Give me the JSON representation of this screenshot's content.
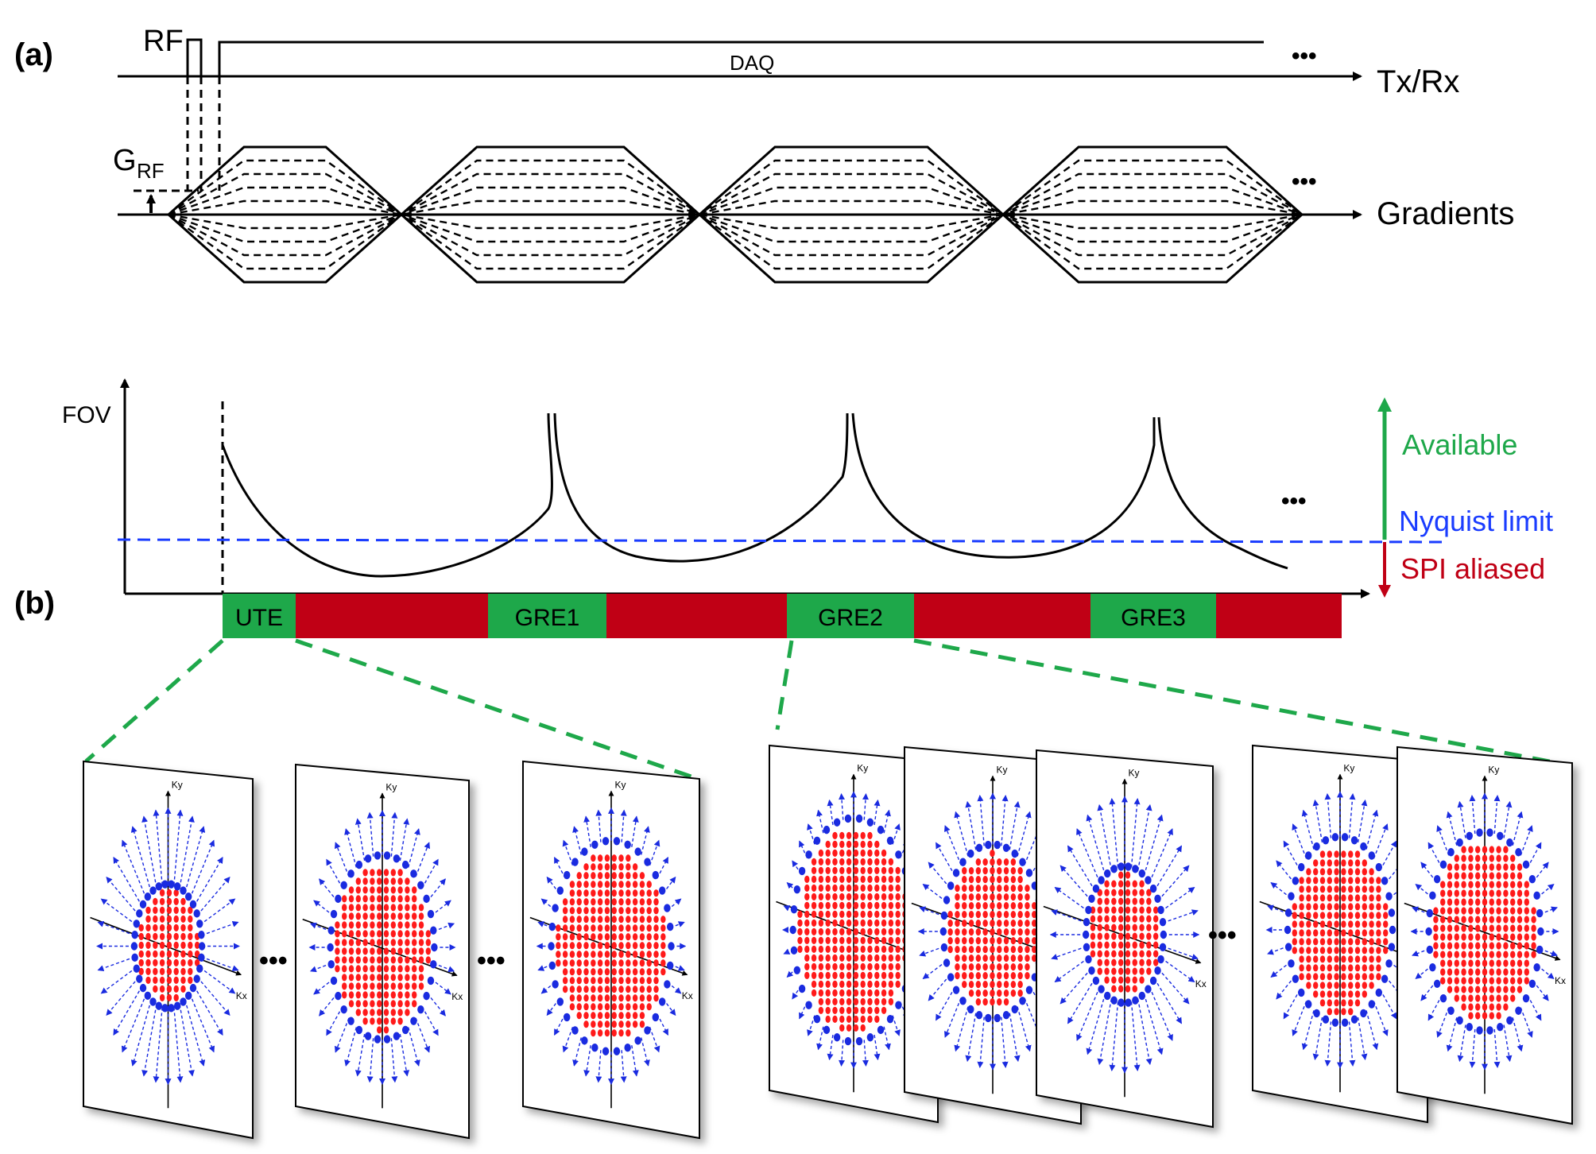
{
  "panel_a": {
    "label": "(a)",
    "rf_label": "RF",
    "daq_label": "DAQ",
    "txrx_label": "Tx/Rx",
    "grf_label": "G",
    "grf_sub": "RF",
    "gradients_label": "Gradients",
    "ellipsis": "•••"
  },
  "panel_b": {
    "label": "(b)",
    "fov_label": "FOV",
    "available_label": "Available",
    "nyquist_label": "Nyquist limit",
    "aliased_label": "SPI aliased",
    "ellipsis": "•••",
    "segments": [
      {
        "label": "UTE",
        "status": "available"
      },
      {
        "label": "",
        "status": "aliased"
      },
      {
        "label": "GRE1",
        "status": "available"
      },
      {
        "label": "",
        "status": "aliased"
      },
      {
        "label": "GRE2",
        "status": "available"
      },
      {
        "label": "",
        "status": "aliased"
      },
      {
        "label": "GRE3",
        "status": "available"
      },
      {
        "label": "",
        "status": "aliased"
      }
    ]
  },
  "kspace": {
    "kx_label": "Kx",
    "ky_label": "Ky",
    "separator": "•••"
  },
  "colors": {
    "available": "#1ea84a",
    "aliased": "#c00015",
    "nyquist": "#1a3cff",
    "trajectory": "#1a2be0",
    "spi_points": "#ff1a1a",
    "lines": "#000000"
  }
}
